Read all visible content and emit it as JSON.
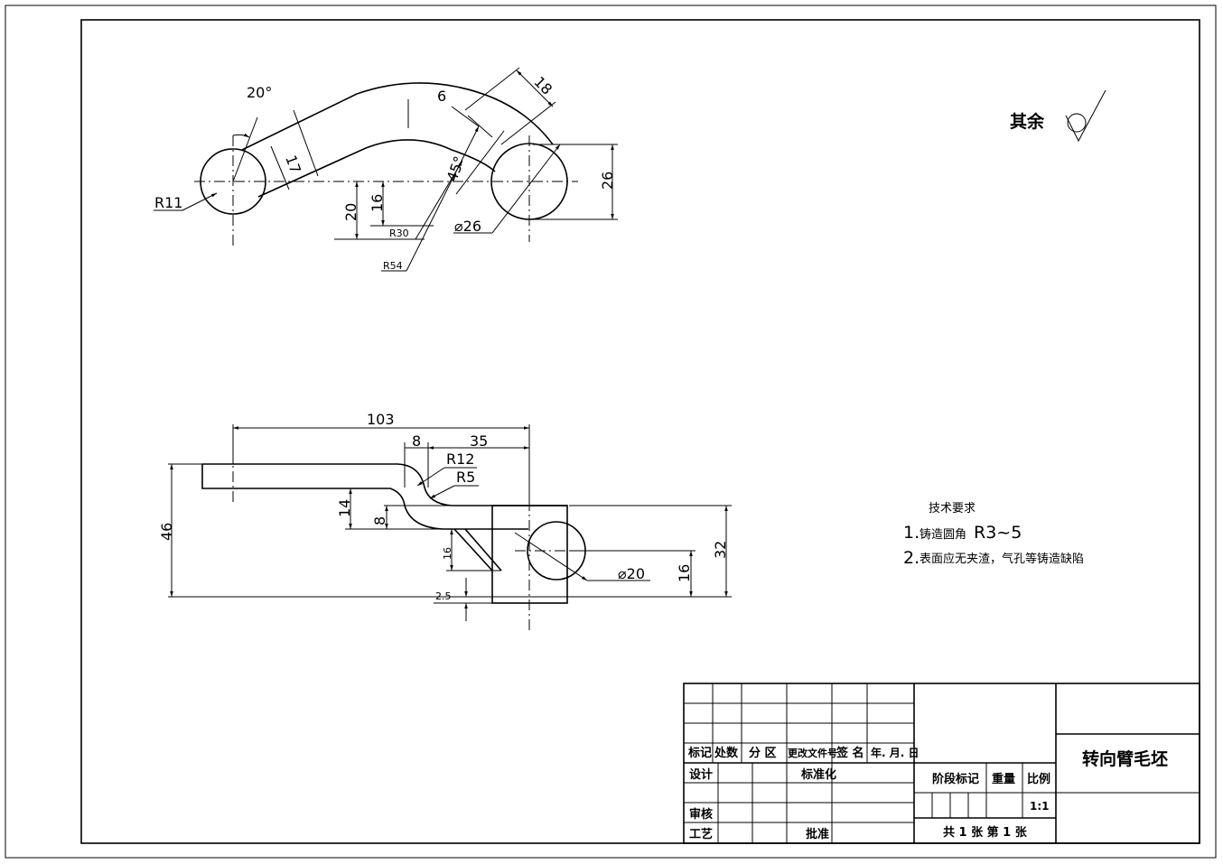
{
  "drawing": {
    "top_view": {
      "dims": {
        "angle_20": "20°",
        "d6": "6",
        "d18": "18",
        "d17": "17",
        "angle_45": "45°",
        "d26": "26",
        "d20": "20",
        "d16": "16",
        "r11": "R11",
        "r30": "R30",
        "dia26": "⌀26",
        "r54": "R54"
      }
    },
    "side_view": {
      "dims": {
        "d103": "103",
        "d8": "8",
        "d35": "35",
        "r12": "R12",
        "r5": "R5",
        "d46": "46",
        "d14": "14",
        "d8b": "8",
        "d16a": "16",
        "d2_5": "2.5",
        "dia20": "⌀20",
        "d16b": "16",
        "d32": "32"
      }
    },
    "surface_note": "其余",
    "tech_requirements": {
      "title": "技术要求",
      "item1_prefix": "1.",
      "item1_text": "铸造圆角",
      "item1_value": "R3~5",
      "item2_prefix": "2.",
      "item2_text": "表面应无夹渣，气孔等铸造缺陷"
    }
  },
  "title_block": {
    "part_name": "转向臂毛坯",
    "labels": {
      "mark": "标记",
      "count": "处数",
      "zone": "分 区",
      "change_doc": "更改文件号",
      "sign": "签 名",
      "date": "年. 月. 日",
      "design": "设计",
      "standardize": "标准化",
      "review": "审核",
      "process": "工艺",
      "approve": "批准",
      "stage_mark": "阶段标记",
      "weight": "重量",
      "scale": "比例",
      "scale_value": "1:1",
      "sheets": "共 1 张   第 1 张"
    }
  }
}
